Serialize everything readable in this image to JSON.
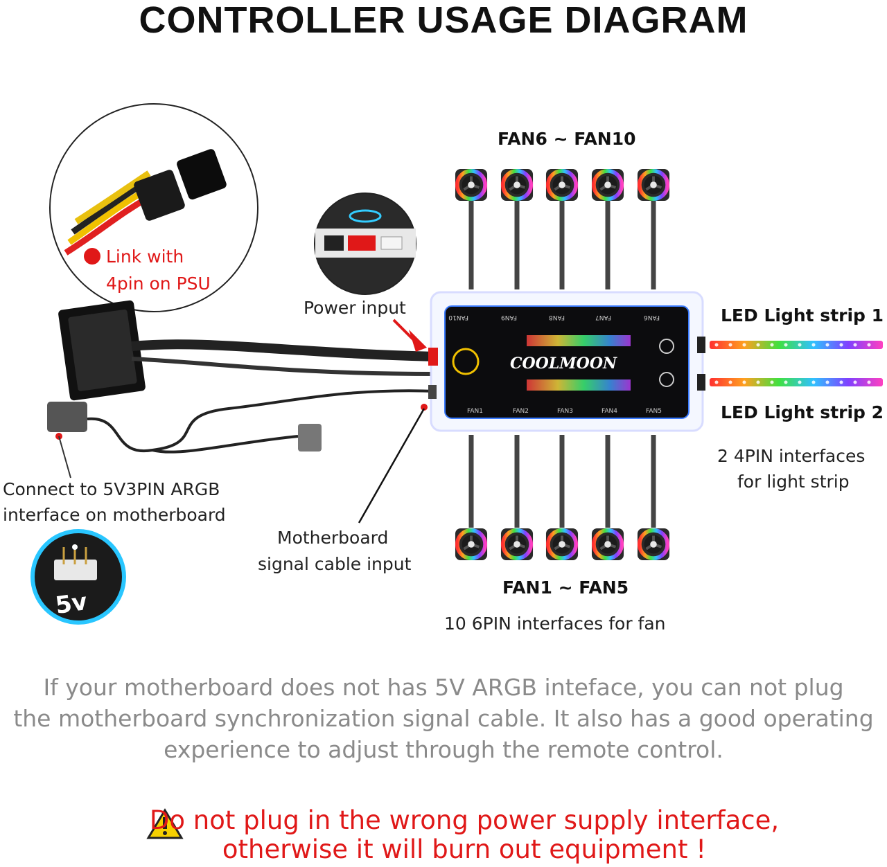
{
  "title": "CONTROLLER USAGE DIAGRAM",
  "labels": {
    "fan_top": "FAN6 ~ FAN10",
    "fan_bottom": "FAN1 ~ FAN5",
    "fan_interfaces": "10 6PIN interfaces for fan",
    "power_input": "Power input",
    "psu_link_1": "Link with",
    "psu_link_2": "4pin on PSU",
    "led_strip_1": "LED Light strip 1",
    "led_strip_2": "LED Light strip 2",
    "strip_interfaces_1": "2 4PIN interfaces",
    "strip_interfaces_2": "for light strip",
    "argb_connect_1": "Connect to 5V3PIN ARGB",
    "argb_connect_2": "interface on motherboard",
    "mb_signal_1": "Motherboard",
    "mb_signal_2": "signal cable input",
    "five_v": "5v"
  },
  "controller": {
    "brand": "COOLMOON",
    "top_ports": [
      "FAN10",
      "FAN9",
      "FAN8",
      "FAN7",
      "FAN6"
    ],
    "bottom_ports": [
      "FAN1",
      "FAN2",
      "FAN3",
      "FAN4",
      "FAN5"
    ]
  },
  "note_lines": [
    "If your motherboard does not has 5V ARGB inteface, you can not plug",
    "the motherboard synchronization signal cable. It also has a good operating",
    "experience to adjust through the remote control."
  ],
  "warning_lines": [
    "Do not plug in the wrong power supply interface,",
    "otherwise it will burn out equipment !"
  ],
  "colors": {
    "accent_red": "#e01818",
    "note_gray": "#8a8a8a",
    "warning_yellow": "#f5d000"
  }
}
